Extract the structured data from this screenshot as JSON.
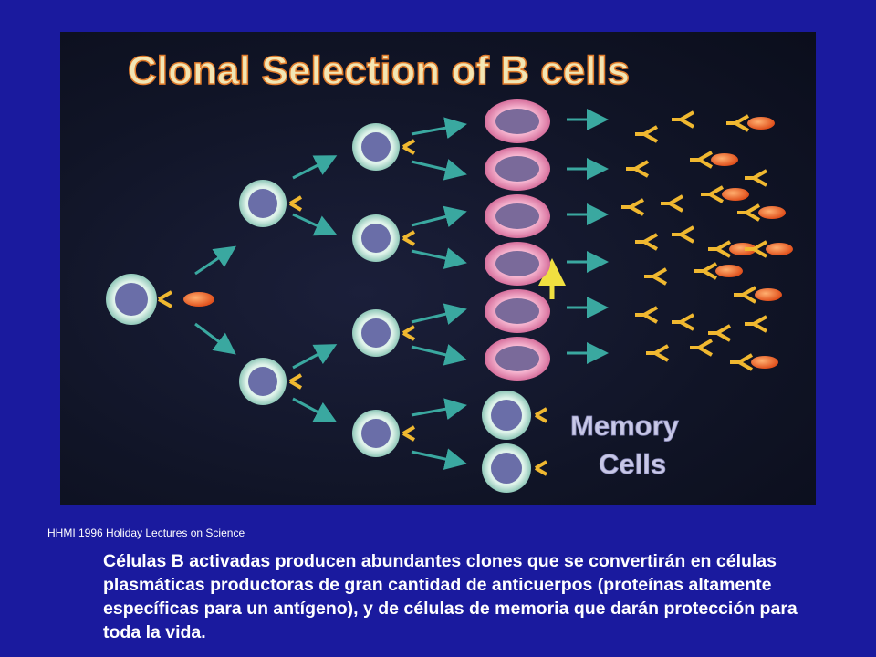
{
  "diagram": {
    "title": "Clonal Selection of B cells",
    "memory_label_line1": "Memory",
    "memory_label_line2": "Cells"
  },
  "credit": "HHMI 1996 Holiday Lectures on Science",
  "caption": "Células B activadas producen abundantes clones que se convertirán en células plasmáticas productoras de gran cantidad de anticuerpos (proteínas altamente específicas para un antígeno), y de células de memoria que darán protección para toda la vida.",
  "colors": {
    "background": "#1a1a9e",
    "cell_ring": "#cfe8e0",
    "cell_nucleus": "#6a6ea8",
    "plasma_ring": "#f5a8c8",
    "antibody": "#f0b830",
    "antigen": "#f06a28",
    "arrow": "#3aa8a0",
    "highlight_arrow": "#f0e040"
  },
  "icons": [
    "b-cell-icon",
    "plasma-cell-icon",
    "memory-cell-icon",
    "antibody-icon",
    "antigen-icon",
    "arrow-icon"
  ]
}
